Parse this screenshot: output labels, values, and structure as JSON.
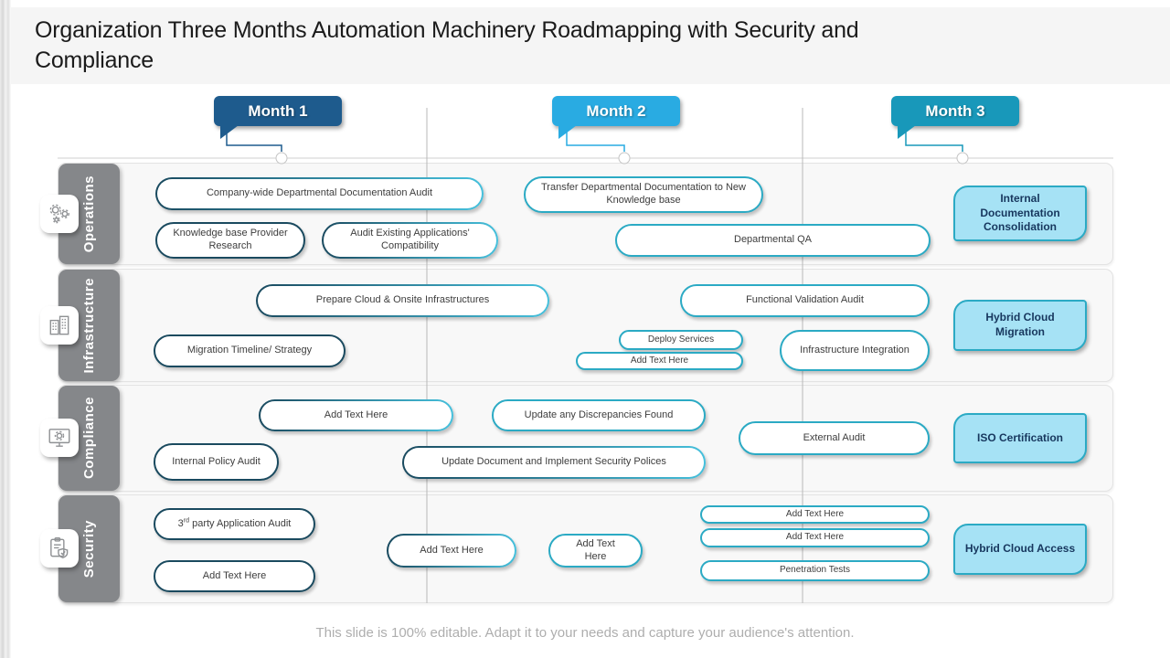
{
  "slide": {
    "title": "Organization Three Months Automation Machinery Roadmapping with Security and Compliance",
    "footer": "This slide is 100% editable. Adapt it to your needs and capture your audience's attention."
  },
  "colors": {
    "month1": "#1E5B8D",
    "month2": "#29ABE2",
    "month3": "#1898BA",
    "pill_border_month1": "#1A4A5F",
    "pill_border_month23": "#2BAAC4",
    "milestone_fill": "#A6E2F5",
    "milestone_text": "#17375E",
    "lane_label_bg": "#85878a"
  },
  "months": [
    {
      "label": "Month 1",
      "color": "#1E5B8D"
    },
    {
      "label": "Month 2",
      "color": "#29ABE2"
    },
    {
      "label": "Month 3",
      "color": "#1898BA"
    }
  ],
  "lanes": [
    {
      "label": "Operations",
      "icon": "gears-icon",
      "tasks": [
        {
          "label": "Company-wide Departmental Documentation Audit"
        },
        {
          "label": "Knowledge base Provider Research"
        },
        {
          "label": "Audit Existing Applications' Compatibility"
        },
        {
          "label": "Transfer Departmental Documentation to New Knowledge base"
        },
        {
          "label": "Departmental QA"
        }
      ],
      "milestone": {
        "label": "Internal Documentation Consolidation"
      }
    },
    {
      "label": "Infrastructure",
      "icon": "buildings-icon",
      "tasks": [
        {
          "label": "Prepare Cloud & Onsite Infrastructures"
        },
        {
          "label": "Migration Timeline/ Strategy"
        },
        {
          "label": "Functional Validation Audit"
        },
        {
          "label": "Deploy Services"
        },
        {
          "label": "Add Text Here"
        },
        {
          "label": "Infrastructure Integration"
        }
      ],
      "milestone": {
        "label": "Hybrid Cloud Migration"
      }
    },
    {
      "label": "Compliance",
      "icon": "monitor-gear-icon",
      "tasks": [
        {
          "label": "Add Text Here"
        },
        {
          "label": "Update any Discrepancies Found"
        },
        {
          "label": "Internal Policy Audit"
        },
        {
          "label": "Update Document and Implement  Security Polices"
        },
        {
          "label": "External Audit"
        }
      ],
      "milestone": {
        "label": "ISO Certification"
      }
    },
    {
      "label": "Security",
      "icon": "clipboard-shield-icon",
      "tasks": [
        {
          "pre": "3",
          "sup": "rd",
          "post": " party Application Audit"
        },
        {
          "label": "Add Text Here"
        },
        {
          "label": "Add Text Here"
        },
        {
          "label": "Add Text Here"
        },
        {
          "label": "Add Text Here"
        },
        {
          "label": "Add Text Here"
        },
        {
          "label": "Penetration Tests"
        }
      ],
      "milestone": {
        "label": "Hybrid Cloud Access"
      }
    }
  ]
}
